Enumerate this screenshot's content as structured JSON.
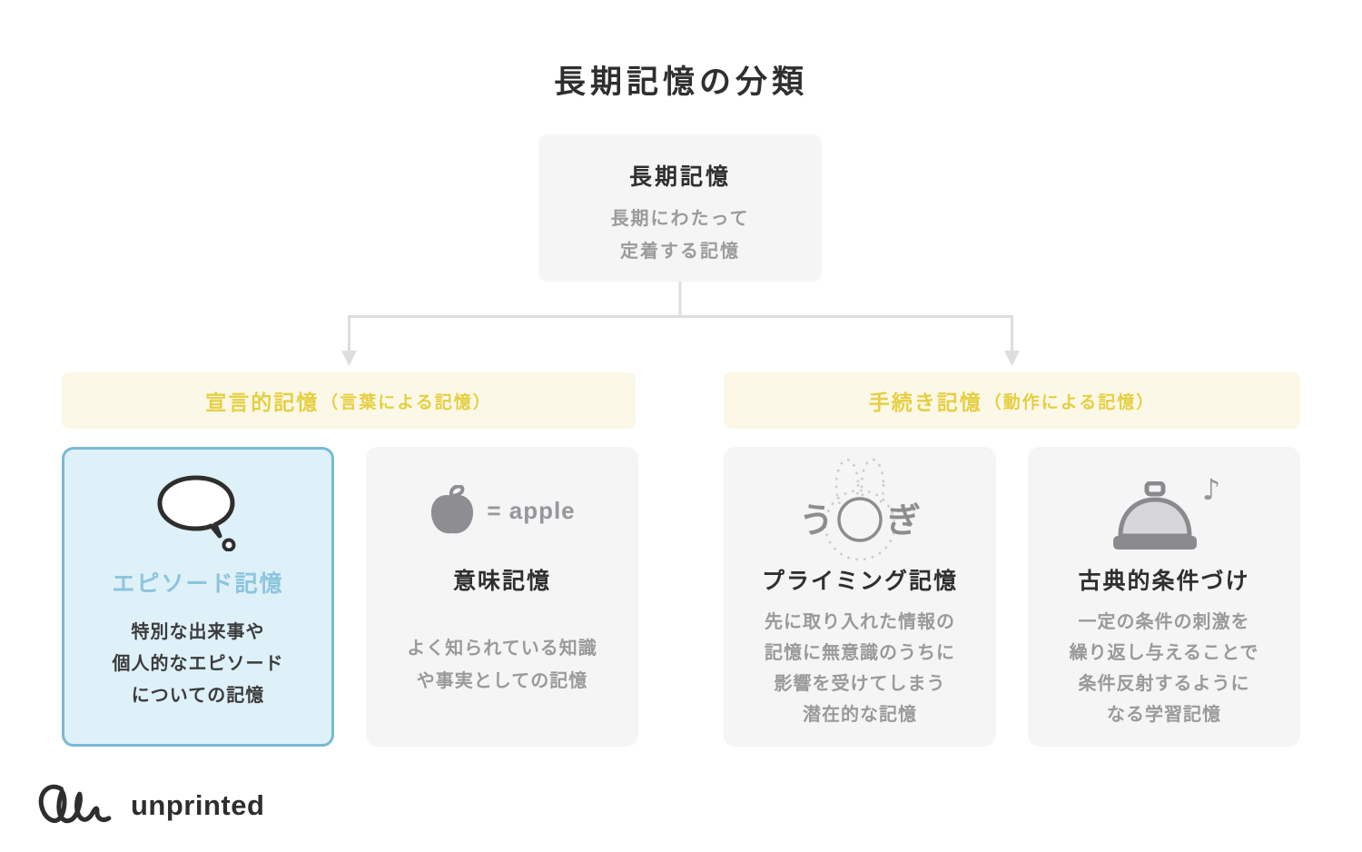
{
  "page": {
    "title": "長期記憶の分類"
  },
  "root": {
    "title": "長期記憶",
    "desc": [
      "長期にわたって",
      "定着する記憶"
    ]
  },
  "branches": [
    {
      "label": "宣言的記憶",
      "sub": "（言葉による記憶）"
    },
    {
      "label": "手続き記憶",
      "sub": "（動作による記憶）"
    }
  ],
  "cards": [
    {
      "icon": "speech-bubble-icon",
      "title": "エピソード記憶",
      "body": [
        "特別な出来事や",
        "個人的なエピソード",
        "についての記憶"
      ],
      "highlighted": true
    },
    {
      "icon": "apple-icon",
      "icon_caption": "= apple",
      "title": "意味記憶",
      "body": [
        "よく知られている知識",
        "や事実としての記憶"
      ]
    },
    {
      "icon": "rabbit-outline-icon",
      "icon_left": "う",
      "icon_right": "ぎ",
      "title": "プライミング記憶",
      "body": [
        "先に取り入れた情報の",
        "記憶に無意識のうちに",
        "影響を受けてしまう",
        "潜在的な記憶"
      ]
    },
    {
      "icon": "call-bell-icon",
      "note": "♪",
      "title": "古典的条件づけ",
      "body": [
        "一定の条件の刺激を",
        "繰り返し与えることで",
        "条件反射するように",
        "なる学習記憶"
      ]
    }
  ],
  "logo": {
    "text": "unprinted"
  },
  "colors": {
    "accent_yellow_text": "#e5cf42",
    "accent_yellow_bg": "#fcf8e7",
    "highlight_blue_border": "#79b9d6",
    "highlight_blue_bg": "#def0f8",
    "highlight_blue_title": "#8cc5dd",
    "card_bg": "#f5f5f6",
    "dark_text": "#2f2f2f",
    "gray_text": "#9b9b9b",
    "connector_line": "#dedede",
    "icon_gray": "#8e8e92"
  }
}
